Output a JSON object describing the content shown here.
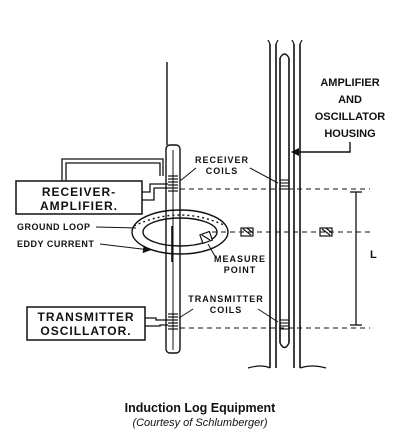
{
  "diagram": {
    "labels": {
      "amplifier_housing": [
        "AMPLIFIER",
        "AND",
        "OSCILLATOR",
        "HOUSING"
      ],
      "receiver_coils": [
        "RECEIVER",
        "COILS"
      ],
      "receiver_amplifier": [
        "RECEIVER-",
        "AMPLIFIER."
      ],
      "ground_loop": "GROUND LOOP",
      "eddy_current": "EDDY CURRENT",
      "measure_point": [
        "MEASURE",
        "POINT"
      ],
      "transmitter_coils": [
        "TRANSMITTER",
        "COILS"
      ],
      "transmitter_oscillator": [
        "TRANSMITTER",
        "OSCILLATOR."
      ],
      "spacing": "L"
    }
  },
  "caption": {
    "title": "Induction Log Equipment",
    "credit": "(Courtesy of Schlumberger)"
  }
}
